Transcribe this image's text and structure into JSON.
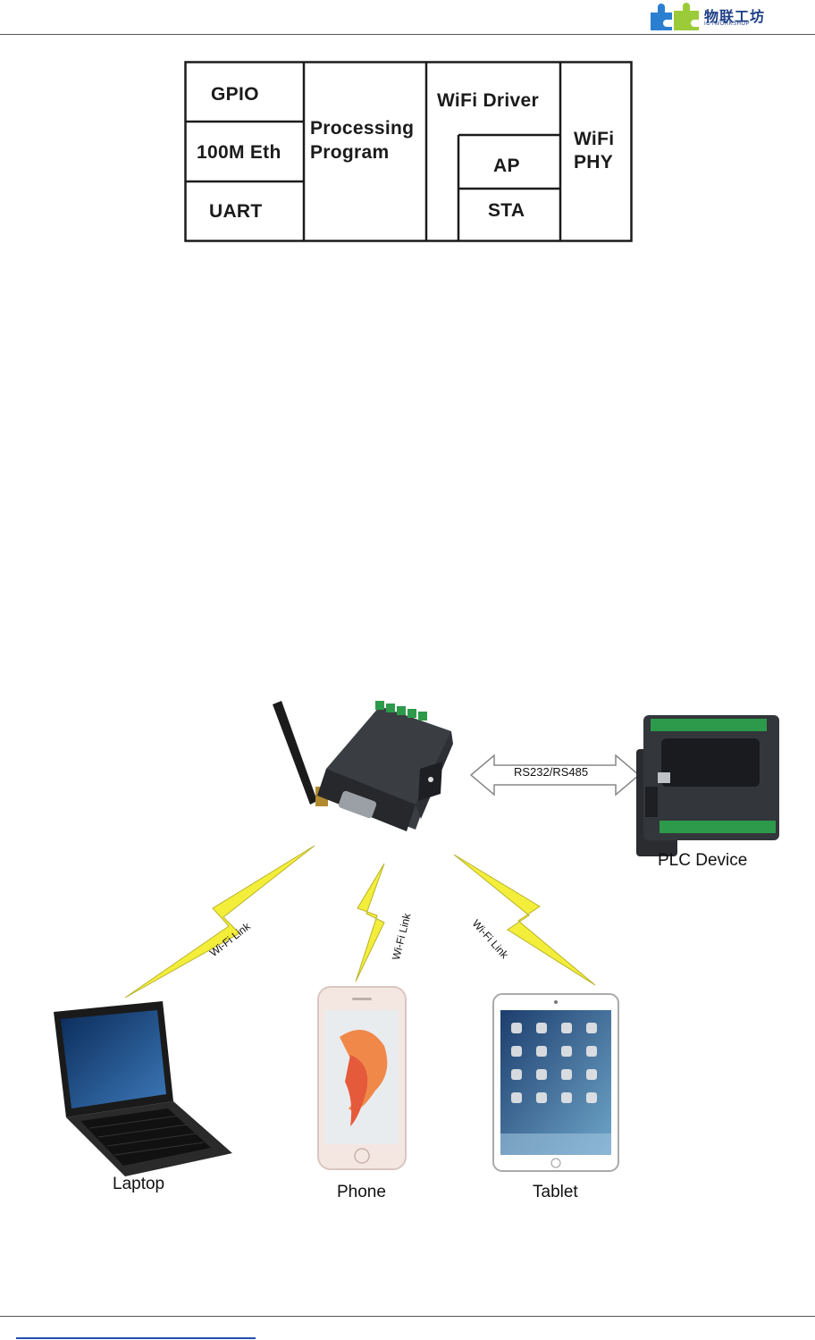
{
  "header": {
    "logo_cn": "物联工坊",
    "logo_en": "IOTWORKSHOP"
  },
  "architecture": {
    "gpio": "GPIO",
    "eth": "100M Eth",
    "uart": "UART",
    "processing_line1": "Processing",
    "processing_line2": "Program",
    "wifi_driver": "WiFi Driver",
    "ap": "AP",
    "sta": "STA",
    "wifi_phy_line1": "WiFi",
    "wifi_phy_line2": "PHY"
  },
  "network": {
    "serial_link": "RS232/RS485",
    "plc": "PLC Device",
    "wifi_link": "Wi-Fi Link",
    "laptop": "Laptop",
    "phone": "Phone",
    "tablet": "Tablet"
  },
  "colors": {
    "lightning": "#f3ee3a",
    "lightning_stroke": "#b9b22a",
    "device_body": "#3a3d42",
    "terminal_green": "#2c9a4a",
    "logo_blue": "#2b7fd0",
    "logo_green": "#9ccb3a"
  }
}
